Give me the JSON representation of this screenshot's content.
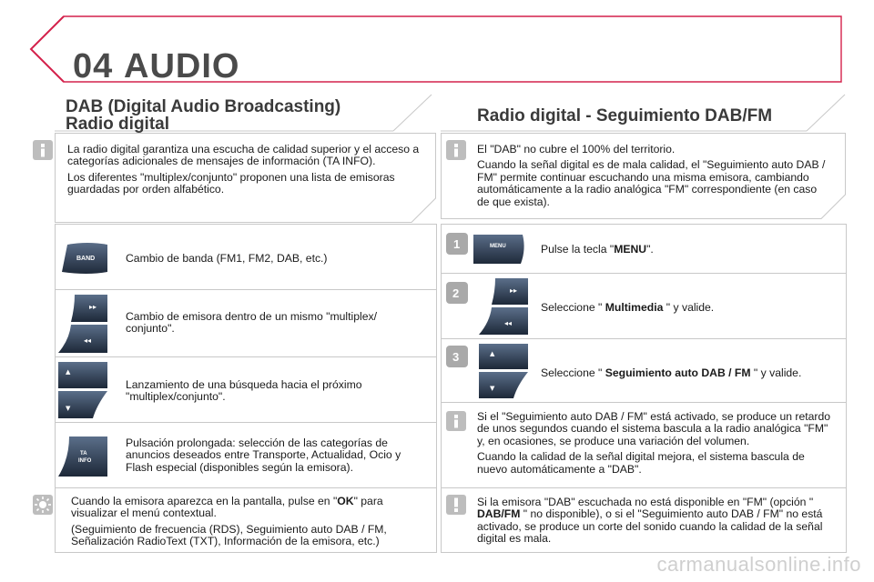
{
  "header": {
    "chapter_number": "04",
    "chapter_title": "AUDIO"
  },
  "left": {
    "title_line1": "DAB (Digital Audio Broadcasting)",
    "title_line2": "Radio digital",
    "intro_p1": "La radio digital garantiza una escucha de calidad superior y el acceso a categorías adicionales de mensajes de información (TA INFO).",
    "intro_p2": "Los diferentes \"multiplex/conjunto\" proponen una lista de emisoras guardadas por orden alfabético.",
    "rows": [
      {
        "button_label": "BAND",
        "text": "Cambio de banda (FM1, FM2, DAB, etc.)"
      },
      {
        "text": "Cambio de emisora dentro de un mismo \"multiplex/ conjunto\"."
      },
      {
        "text": "Lanzamiento de una búsqueda hacia el próximo \"multiplex/conjunto\"."
      },
      {
        "button_label_1": "TA",
        "button_label_2": "INFO",
        "text": "Pulsación prolongada: selección de las categorías de anuncios deseados entre Transporte, Actualidad, Ocio y Flash especial (disponibles según la emisora)."
      }
    ],
    "tip_p1_before": "Cuando la emisora aparezca en la pantalla, pulse en \"",
    "tip_p1_bold": "OK",
    "tip_p1_after": "\" para visualizar el menú contextual.",
    "tip_p2": "(Seguimiento de frecuencia (RDS), Seguimiento auto DAB / FM, Señalización RadioText (TXT), Información de la emisora, etc.)"
  },
  "right": {
    "title": "Radio digital - Seguimiento DAB/FM",
    "intro_p1": "El \"DAB\" no cubre el 100% del territorio.",
    "intro_p2": "Cuando la señal digital es de mala calidad, el \"Seguimiento auto DAB / FM\" permite continuar escuchando una misma emisora, cambiando automáticamente a la radio analógica \"FM\" correspondiente (en caso de que exista).",
    "steps": [
      {
        "number": "1",
        "button_label": "MENU",
        "before": "Pulse la tecla \"",
        "bold": "MENU",
        "after": "\"."
      },
      {
        "number": "2",
        "before": "Seleccione \" ",
        "bold": "Multimedia",
        "after": " \" y valide."
      },
      {
        "number": "3",
        "before": "Seleccione \" ",
        "bold": "Seguimiento auto DAB / FM",
        "after": " \" y valide."
      }
    ],
    "info_p1": "Si el \"Seguimiento auto DAB / FM\" está activado, se produce un retardo de unos segundos cuando el sistema bascula a la radio analógica \"FM\" y, en ocasiones, se produce una variación del volumen.",
    "info_p2": "Cuando la calidad de la señal digital mejora, el sistema bascula de nuevo automáticamente a \"DAB\".",
    "warn_before": "Si la emisora \"DAB\" escuchada no está disponible en \"FM\" (opción \" ",
    "warn_bold": "DAB/FM",
    "warn_after": " \" no disponible), o si el \"Seguimiento auto DAB / FM\" no está activado, se produce un corte del sonido cuando la calidad de la señal digital es mala."
  },
  "footer": {
    "watermark": "carmanualsonline.info"
  },
  "colors": {
    "accent": "#d4214b",
    "panel_border": "#c8c8c8",
    "title_text": "#3a3a3a"
  }
}
